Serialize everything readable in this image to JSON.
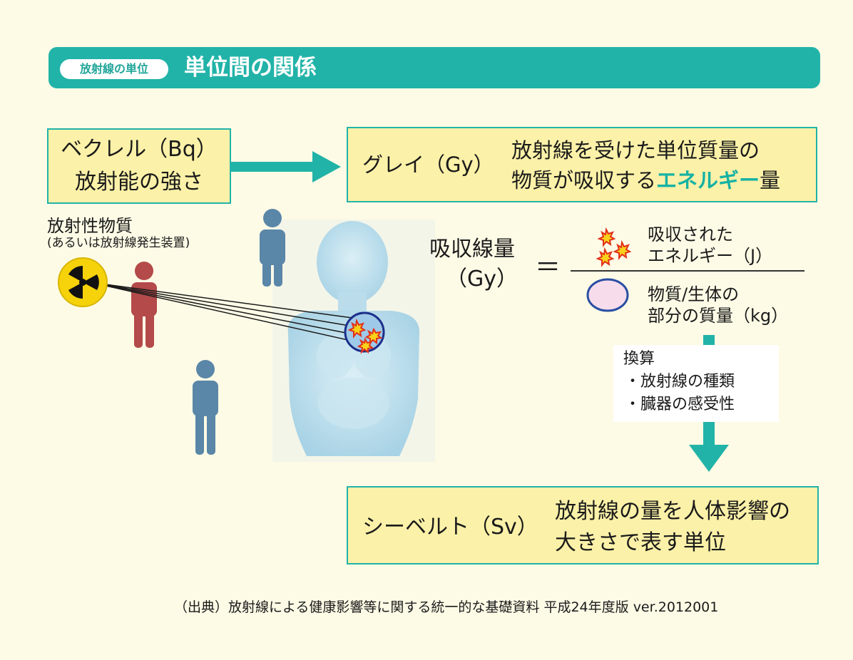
{
  "header": {
    "tag": "放射線の単位",
    "title": "単位間の関係"
  },
  "becquerel": {
    "line1": "ベクレル（Bq）",
    "line2": "放射能の強さ"
  },
  "gray": {
    "name": "グレイ（Gy）",
    "desc_line1": "放射線を受けた単位質量の",
    "desc_line2_pre": "物質が吸収する",
    "desc_line2_highlight": "エネルギー",
    "desc_line2_post": "量"
  },
  "source": {
    "line1": "放射性物質",
    "line2": "(あるいは放射線発生装置)"
  },
  "formula": {
    "label_line1": "吸収線量",
    "label_line2": "（Gy）",
    "equals": "＝",
    "numerator_line1": "吸収された",
    "numerator_line2": "エネルギー（J）",
    "denominator_line1": "物質/生体の",
    "denominator_line2": "部分の質量（kg）"
  },
  "conversion": {
    "title": "換算",
    "item1": "・放射線の種類",
    "item2": "・臓器の感受性"
  },
  "sievert": {
    "name": "シーベルト（Sv）",
    "desc_line1": "放射線の量を人体影響の",
    "desc_line2": "大きさで表す単位"
  },
  "footer": "（出典）放射線による健康影響等に関する統一的な基礎資料  平成24年度版 ver.2012001",
  "colors": {
    "teal": "#22b3a8",
    "box_fill": "#fbf1a8",
    "background": "#fdfbe6",
    "person_blue": "#5a86a8",
    "person_red": "#b44a4a",
    "body_blue": "#b3d9ec"
  },
  "icons": [
    "radiation-icon",
    "person-icon",
    "energy-burst-icon",
    "mass-oval-icon",
    "arrow-right-icon",
    "arrow-down-icon"
  ]
}
